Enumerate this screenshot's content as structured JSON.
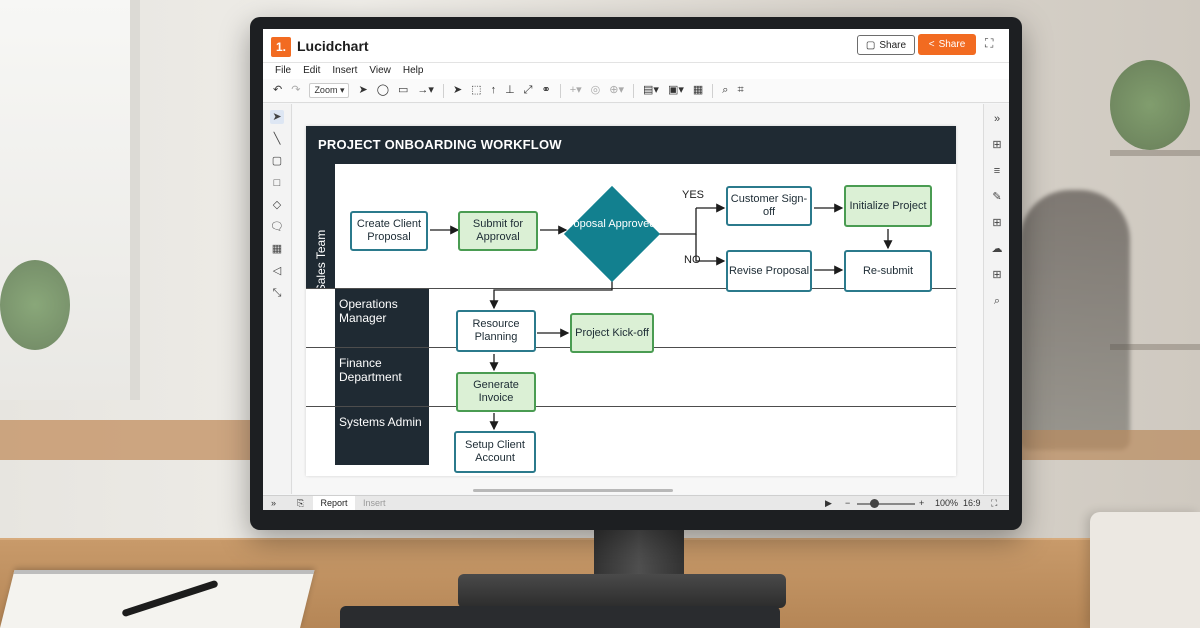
{
  "app": {
    "title": "Lucidchart",
    "logo_text": "1.",
    "share_secondary": "Share",
    "share_primary": "Share",
    "accent_color": "#f26b21"
  },
  "menu": [
    "File",
    "Edit",
    "Insert",
    "View",
    "Help"
  ],
  "toolbar": {
    "zoom_label": "Zoom",
    "icons": [
      "undo-icon",
      "redo-icon",
      "zoom-dropdown",
      "pointer-icon",
      "ellipse-icon",
      "rectangle-icon",
      "arrow-line-icon",
      "select-icon",
      "crop-frame-icon",
      "arrow-up-icon",
      "align-bottom-icon",
      "diagonal-arrow-icon",
      "link-icon",
      "add-icon",
      "timer-icon",
      "plus-dropdown-icon",
      "style-icon",
      "format-icon",
      "table-icon",
      "search-icon",
      "crop-icon"
    ]
  },
  "left_sidebar_icons": [
    "pointer-icon",
    "line-icon",
    "rounded-rect-icon",
    "rect-icon",
    "diamond-icon",
    "note-icon",
    "grid-shape-icon",
    "arrow-head-icon",
    "diagonal-icon"
  ],
  "right_sidebar_icons": [
    "expand-icon",
    "add-panel-icon",
    "list-icon",
    "edit-icon",
    "add-shape-icon",
    "cloud-icon",
    "add-page-icon",
    "search-icon"
  ],
  "diagram": {
    "title": "PROJECT ONBOARDING WORKFLOW",
    "lanes": [
      "Sales Team",
      "Operations Manager",
      "Finance Department",
      "Systems Admin"
    ],
    "nodes": {
      "create_client_proposal": "Create Client Proposal",
      "submit_for_approval": "Submit for Approval",
      "proposal_approved": "Proposal Approved?",
      "yes": "YES",
      "no": "NO",
      "customer_signoff": "Customer Sign-off",
      "initialize_project": "Initialize Project",
      "revise_proposal": "Revise Proposal",
      "resubmit": "Re-submit",
      "resource_planning": "Resource Planning",
      "project_kickoff": "Project Kick-off",
      "generate_invoice": "Generate Invoice",
      "setup_client_account": "Setup Client Account"
    },
    "colors": {
      "header": "#1f2a33",
      "teal": "#12808f",
      "green_fill": "#dbf0d5",
      "green_border": "#4a9c52",
      "box_border": "#2b7a8c"
    }
  },
  "statusbar": {
    "tab_report": "Report",
    "tab_insert": "Insert",
    "zoom": "100%",
    "aspect": "16:9"
  }
}
